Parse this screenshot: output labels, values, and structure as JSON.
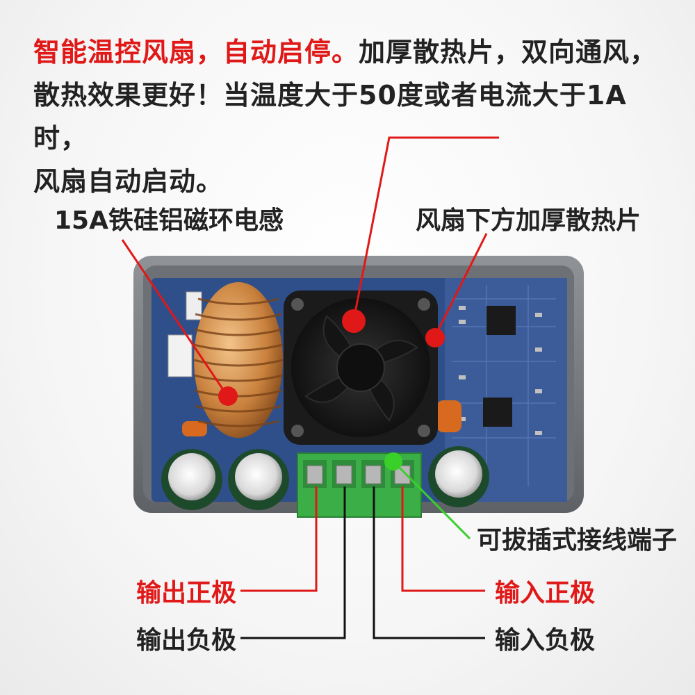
{
  "headline": {
    "highlight": "智能温控风扇，自动启停。",
    "line1_rest": "加厚散热片，双向通风，",
    "line2": "散热效果更好！当温度大于50度或者电流大于1A时，",
    "line3": "风扇自动启动。"
  },
  "callouts": {
    "inductor": "15A铁硅铝磁环电感",
    "heatsink": "风扇下方加厚散热片",
    "terminal": "可拔插式接线端子",
    "output_positive": "输出正极",
    "output_negative": "输出负极",
    "input_positive": "输入正极",
    "input_negative": "输入负极"
  },
  "colors": {
    "highlight_red": "#e01818",
    "pointer_red": "#e01818",
    "pointer_green": "#39d02a",
    "pcb_blue": "#2f4f8a",
    "terminal_green": "#3cae47",
    "copper": "#c9813d"
  }
}
